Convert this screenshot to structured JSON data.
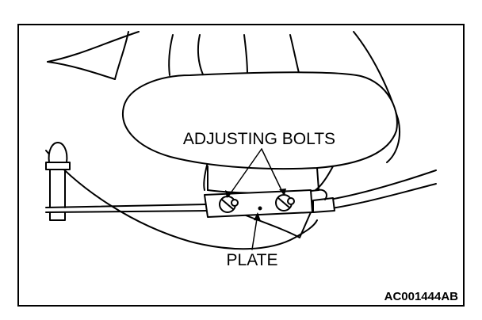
{
  "labels": {
    "adjusting_bolts": "ADJUSTING BOLTS",
    "plate": "PLATE"
  },
  "figure_code": "AC001444AB",
  "colors": {
    "ink": "#000000",
    "paper": "#ffffff"
  }
}
